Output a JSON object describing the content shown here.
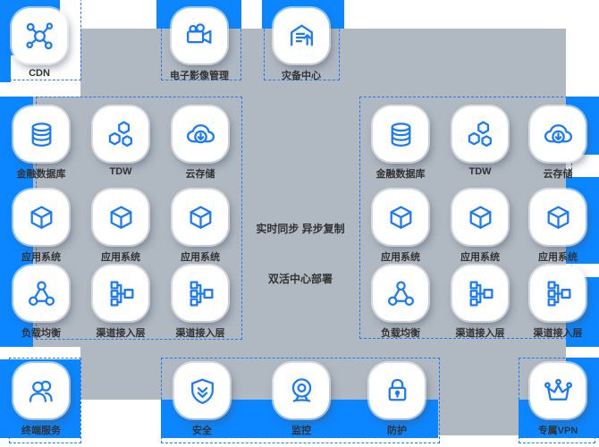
{
  "colors": {
    "banner_blue": "#0b86ff",
    "panel_gray": "#b0b8c1",
    "icon_blue": "#1a7af8",
    "dashed_border": "#1f7bf5",
    "label_text": "#333333",
    "tile_white": "#ffffff"
  },
  "nodes": {
    "top": [
      {
        "icon": "cdn-network-icon",
        "label": "CDN"
      },
      {
        "icon": "video-camera-icon",
        "label": "电子影像管理"
      },
      {
        "icon": "house-arrow-icon",
        "label": "灾备中心"
      }
    ],
    "left_group": [
      {
        "icon": "database-icon",
        "label": "金融数据库"
      },
      {
        "icon": "hexagons-icon",
        "label": "TDW"
      },
      {
        "icon": "cloud-download-icon",
        "label": "云存储"
      },
      {
        "icon": "cube-icon",
        "label": "应用系统"
      },
      {
        "icon": "cube-icon",
        "label": "应用系统"
      },
      {
        "icon": "cube-icon",
        "label": "应用系统"
      },
      {
        "icon": "load-balancer-icon",
        "label": "负载均衡"
      },
      {
        "icon": "flowchart-icon",
        "label": "渠道接入层"
      },
      {
        "icon": "flowchart-icon",
        "label": "渠道接入层"
      }
    ],
    "right_group": [
      {
        "icon": "database-icon",
        "label": "金融数据库"
      },
      {
        "icon": "hexagons-icon",
        "label": "TDW"
      },
      {
        "icon": "cloud-download-icon",
        "label": "云存储"
      },
      {
        "icon": "cube-icon",
        "label": "应用系统"
      },
      {
        "icon": "cube-icon",
        "label": "应用系统"
      },
      {
        "icon": "cube-icon",
        "label": "应用系统"
      },
      {
        "icon": "load-balancer-icon",
        "label": "负载均衡"
      },
      {
        "icon": "flowchart-icon",
        "label": "渠道接入层"
      },
      {
        "icon": "flowchart-icon",
        "label": "渠道接入层"
      }
    ],
    "bottom": [
      {
        "icon": "users-icon",
        "label": "终端服务"
      },
      {
        "icon": "shield-check-icon",
        "label": "安全"
      },
      {
        "icon": "webcam-icon",
        "label": "监控"
      },
      {
        "icon": "lock-icon",
        "label": "防护"
      },
      {
        "icon": "crown-icon",
        "label": "专属VPN"
      }
    ]
  },
  "connector": {
    "sync_label": "实时同步 异步复制",
    "deploy_label": "双活中心部署"
  }
}
